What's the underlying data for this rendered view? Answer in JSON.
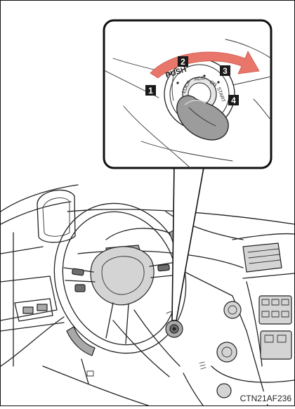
{
  "figure_code": "CTN21AF236",
  "callouts": [
    {
      "number": "1",
      "position_name": "LOCK"
    },
    {
      "number": "2",
      "position_name": "ACC"
    },
    {
      "number": "3",
      "position_name": "ON"
    },
    {
      "number": "4",
      "position_name": "START"
    }
  ],
  "cylinder_labels": {
    "push": "PUSH",
    "lock": "LOCK",
    "acc": "ACC",
    "on": "ON",
    "start": "START"
  },
  "colors": {
    "arrow": "#e8766a",
    "callout_box": "#1a1a1a",
    "callout_text": "#ffffff",
    "line": "#222222"
  }
}
